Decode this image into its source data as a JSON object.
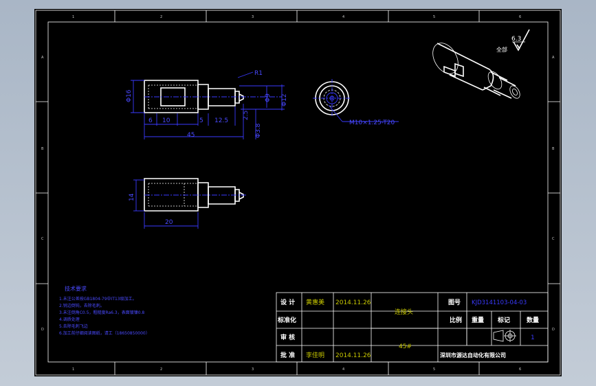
{
  "zones": {
    "top": [
      "1",
      "2",
      "3",
      "4",
      "5",
      "6"
    ],
    "side": [
      "A",
      "B",
      "C",
      "D"
    ]
  },
  "surface_finish": {
    "label": "全部",
    "value": "6.3"
  },
  "dimensions": {
    "dia16": "Φ16",
    "r1": "R1",
    "dia12": "Φ12",
    "dia9": "Φ9",
    "d6_top": "6",
    "d10": "10",
    "d5": "5",
    "d12_5": "12.5",
    "d45": "45",
    "d2_5": "2.5",
    "dia3_8": "Φ3.8",
    "thread": "M10×1.25-T20",
    "d14": "14",
    "d20": "20"
  },
  "tech_notes": {
    "title": "技术要求",
    "lines": [
      "1.未注公差按GB1804-79中IT13级加工。",
      "2.锐边倒钝，去除毛刺。",
      "3.未注倒角C0.5，粗糙度Ra6.3，表面镀镍0.8",
      "4.调质处理",
      "5.去除毛刺飞边",
      "6.加工前仔细阅读图纸，请工（18650850000）"
    ]
  },
  "title_block": {
    "design_label": "设 计",
    "design_name": "黄惠美",
    "design_date": "2014.11.26",
    "standard_label": "标准化",
    "review_label": "审 核",
    "approve_label": "批 准",
    "approve_name": "李佳明",
    "approve_date": "2014.11.26",
    "part_name": "连接头",
    "material": "45#",
    "drawing_no_label": "图号",
    "drawing_no": "KJD3141103-04-03",
    "scale_label": "比例",
    "weight_label": "重量",
    "mark_label": "标记",
    "qty_label": "数量",
    "qty": "1",
    "company": "深圳市源达自动化有限公司"
  }
}
